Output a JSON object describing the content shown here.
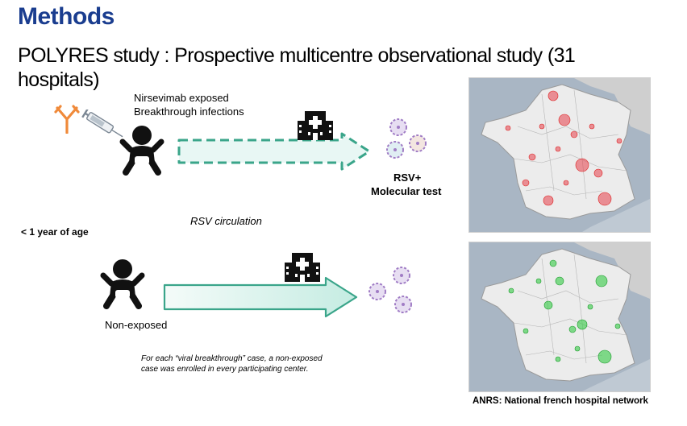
{
  "slide": {
    "title": "Methods",
    "subtitle": "POLYRES study : Prospective multicentre observational study (31 hospitals)"
  },
  "exposed": {
    "label_line1": "Nirsevimab exposed",
    "label_line2": "Breakthrough infections"
  },
  "test": {
    "line1": "RSV+",
    "line2": "Molecular test"
  },
  "circulation_label": "RSV circulation",
  "age_label": "< 1 year of age",
  "nonexposed_label": "Non-exposed",
  "note": {
    "line1": "For each “viral breakthrough” case, a non-exposed",
    "line2": "case was enrolled in every participating center."
  },
  "footer": "ANRS: National french hospital network",
  "colors": {
    "title": "#1a3d8f",
    "arrow_fill": "#e8f7f4",
    "arrow_stroke": "#3aa58a",
    "virus": "#a07cc5",
    "map_exposed_dots": "#e8404a",
    "map_nonexposed_dots": "#33cc44"
  },
  "icons": [
    "antibody-icon",
    "syringe-icon",
    "baby-icon",
    "hospital-icon",
    "virus-icon",
    "france-map"
  ]
}
